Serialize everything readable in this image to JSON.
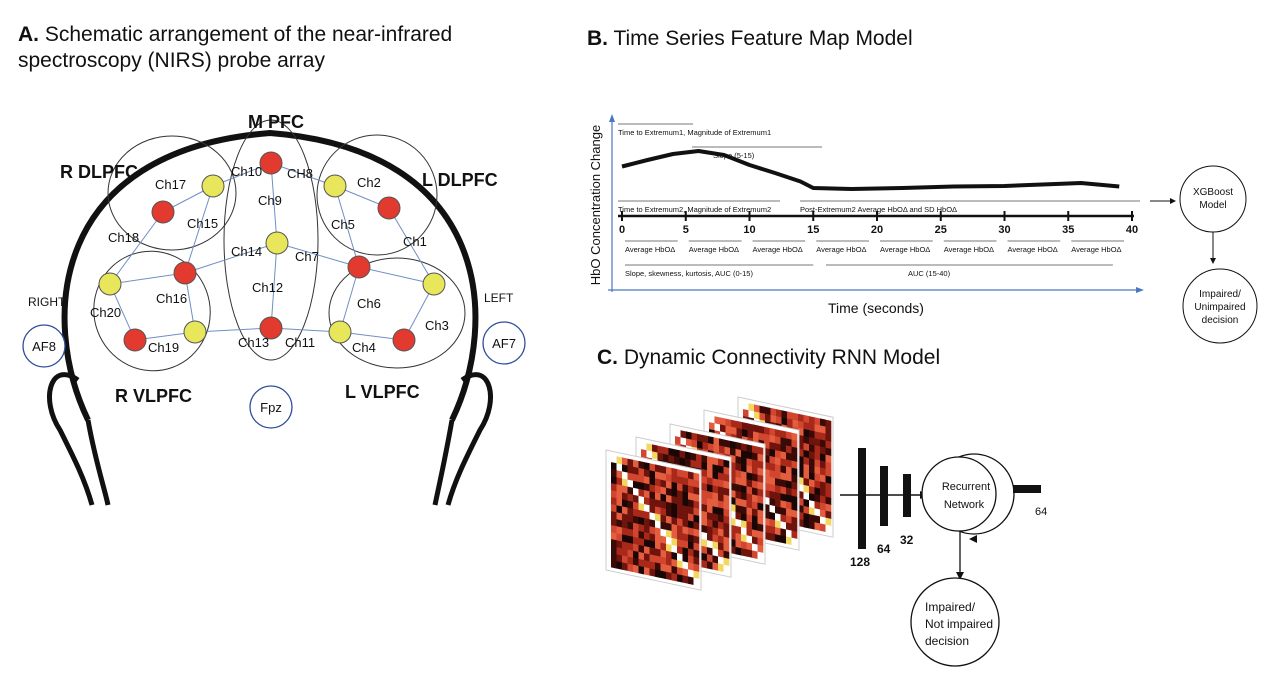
{
  "panelA": {
    "letter": "A.",
    "title_line1": "Schematic arrangement of the near-infrared",
    "title_line2": "spectroscopy (NIRS) probe array",
    "regions": [
      "M PFC",
      "R DLPFC",
      "L DLPFC",
      "R VLPFC",
      "L VLPFC"
    ],
    "sides": [
      "RIGHT",
      "LEFT"
    ],
    "landmarks": [
      "AF8",
      "AF7",
      "Fpz"
    ],
    "channels": [
      "Ch1",
      "Ch2",
      "Ch3",
      "Ch4",
      "Ch5",
      "Ch6",
      "Ch7",
      "CH8",
      "Ch9",
      "Ch10",
      "Ch11",
      "Ch12",
      "Ch13",
      "Ch14",
      "Ch15",
      "Ch16",
      "Ch17",
      "Ch18",
      "Ch19",
      "Ch20"
    ],
    "colors": {
      "source": "#e23a2e",
      "detector": "#e8e65a",
      "link": "#6f8fc4",
      "landmark": "#2f4f9a"
    }
  },
  "panelB": {
    "letter": "B.",
    "title": "Time Series Feature Map Model",
    "ylabel": "HbO Concentration Change",
    "xlabel": "Time (seconds)",
    "xticks": [
      0,
      5,
      10,
      15,
      20,
      25,
      30,
      35,
      40
    ],
    "features_top": [
      "Time to Extremum1, Magnitude of Extremum1",
      "Slope (5-15)",
      "Time to Extremum2, Magnitude of Extremum2",
      "Post-Extremum2 Average HbOΔ and SD HbOΔ"
    ],
    "window_label": "Average HbOΔ",
    "features_bottom": [
      "Slope, skewness, kurtosis, AUC (0-15)",
      "AUC (15-40)"
    ],
    "curve": {
      "t": [
        0,
        2,
        4,
        6,
        8,
        10,
        12,
        14,
        15,
        18,
        22,
        26,
        30,
        34,
        36,
        39
      ],
      "hbo": [
        0.55,
        0.68,
        0.8,
        0.86,
        0.78,
        0.58,
        0.42,
        0.25,
        0.12,
        0.1,
        0.12,
        0.15,
        0.16,
        0.2,
        0.22,
        0.15
      ]
    },
    "model": "XGBoost Model",
    "decision": "Impaired/ Unimpaired decision",
    "axis_color": "#4a78c0"
  },
  "panelC": {
    "letter": "C.",
    "title": "Dynamic Connectivity RNN Model",
    "layers": [
      "128",
      "64",
      "32"
    ],
    "rnn": "Recurrent Network",
    "rnn_units": "64",
    "decision": "Impaired/ Not impaired decision"
  }
}
